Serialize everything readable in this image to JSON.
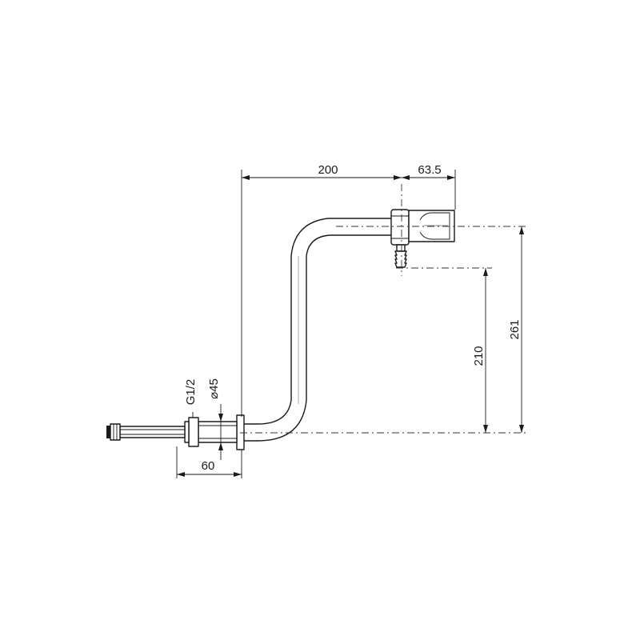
{
  "dimensions": {
    "horizontal_reach": "200",
    "nozzle_length": "63.5",
    "outlet_height": "210",
    "total_height": "261",
    "flange_depth": "60",
    "flange_diameter": "⌀45",
    "thread": "G1/2"
  }
}
